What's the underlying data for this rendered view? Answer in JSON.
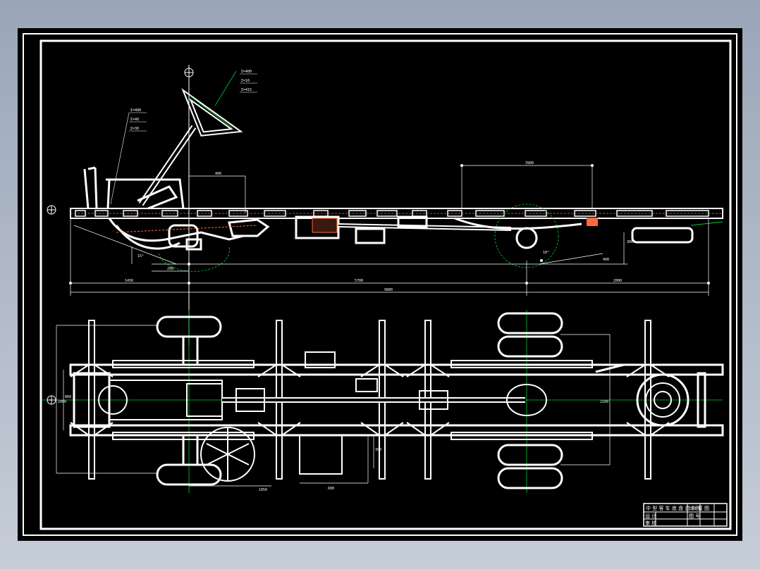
{
  "drawing": {
    "colors": {
      "background": "#000000",
      "outline": "#ffffff",
      "centerline": "#00cc33",
      "detail": "#ff6a3a",
      "dimension": "#ffffff"
    },
    "side_view": {
      "leaders": [
        {
          "lines": [
            "Σ=400",
            "Σ=16",
            "Σ=415"
          ]
        },
        {
          "lines": [
            "Σ=400",
            "Σ=40",
            "Σ=30"
          ]
        }
      ],
      "dimensions": {
        "wheelbase_top": "3900",
        "front_overhang": "1450",
        "wheelbase": "5700",
        "rear_overhang": "2000",
        "overall_length": "9800",
        "front_axle_offset": "200",
        "angle_front": "15°",
        "angle_rear": "10°",
        "height_front": "400",
        "height_rear": "400",
        "ground_clearance_rear": "300"
      }
    },
    "plan_view": {
      "dimensions": {
        "track_front": "2000",
        "track_rear": "2100",
        "frame_width": "860",
        "steering_offset": "1050",
        "battery_width": "600",
        "tank_depth": "300"
      }
    },
    "title_block": {
      "title": "中 型 客 车 底 盘 总 布 置 图",
      "rows": [
        "设 计",
        "审 核"
      ],
      "cells": [
        "比 例",
        "图 号"
      ]
    }
  }
}
